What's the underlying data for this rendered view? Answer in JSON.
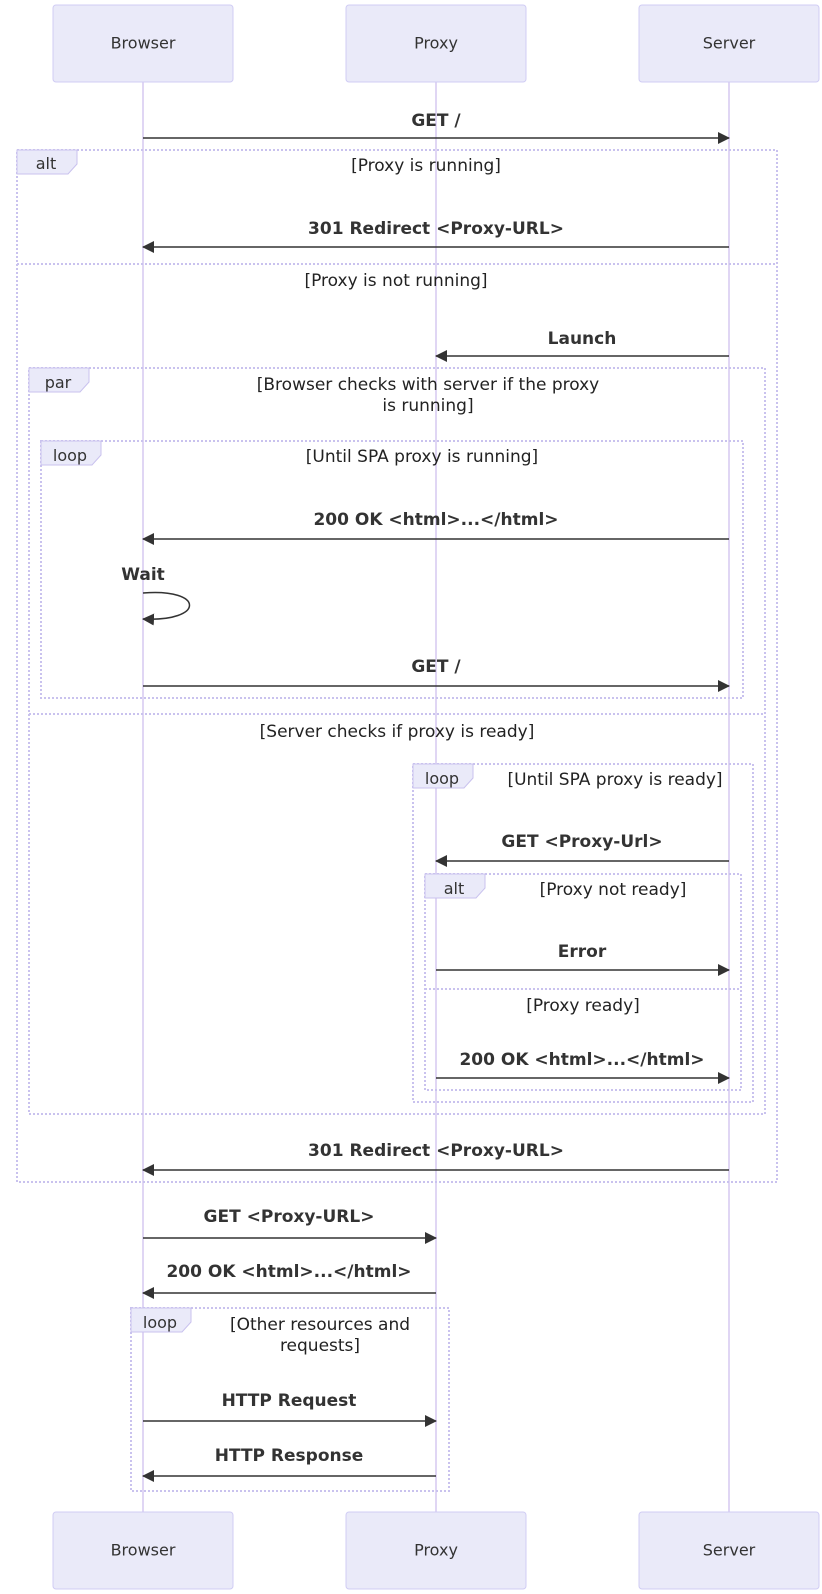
{
  "diagram": {
    "type": "sequence",
    "actors": [
      "Browser",
      "Proxy",
      "Server"
    ],
    "blocks": [
      {
        "keyword": "alt",
        "guard": "[Proxy is running]",
        "else_guard": "[Proxy is not running]"
      },
      {
        "keyword": "par",
        "guard_line1": "[Browser checks with server if the proxy",
        "guard_line2": "is running]",
        "and_guard": "[Server checks if proxy is ready]"
      },
      {
        "keyword": "loop",
        "guard": "[Until SPA proxy is running]"
      },
      {
        "keyword": "loop",
        "guard": "[Until SPA proxy is ready]"
      },
      {
        "keyword": "alt",
        "guard": "[Proxy not ready]",
        "else_guard": "[Proxy ready]"
      },
      {
        "keyword": "loop",
        "guard_line1": "[Other resources and",
        "guard_line2": "requests]"
      }
    ],
    "messages": [
      {
        "from": "Browser",
        "to": "Server",
        "label": "GET /"
      },
      {
        "from": "Server",
        "to": "Browser",
        "label": "301 Redirect <Proxy-URL>"
      },
      {
        "from": "Server",
        "to": "Proxy",
        "label": "Launch"
      },
      {
        "from": "Server",
        "to": "Browser",
        "label": "200 OK <html>...</html>"
      },
      {
        "from": "Browser",
        "to": "Browser",
        "label": "Wait"
      },
      {
        "from": "Browser",
        "to": "Server",
        "label": "GET /"
      },
      {
        "from": "Server",
        "to": "Proxy",
        "label": "GET <Proxy-Url>"
      },
      {
        "from": "Proxy",
        "to": "Server",
        "label": "Error"
      },
      {
        "from": "Proxy",
        "to": "Server",
        "label": "200 OK <html>...</html>"
      },
      {
        "from": "Server",
        "to": "Browser",
        "label": "301 Redirect <Proxy-URL>"
      },
      {
        "from": "Browser",
        "to": "Proxy",
        "label": "GET <Proxy-URL>"
      },
      {
        "from": "Proxy",
        "to": "Browser",
        "label": "200 OK <html>...</html>"
      },
      {
        "from": "Browser",
        "to": "Proxy",
        "label": "HTTP Request"
      },
      {
        "from": "Proxy",
        "to": "Browser",
        "label": "HTTP Response"
      }
    ]
  }
}
